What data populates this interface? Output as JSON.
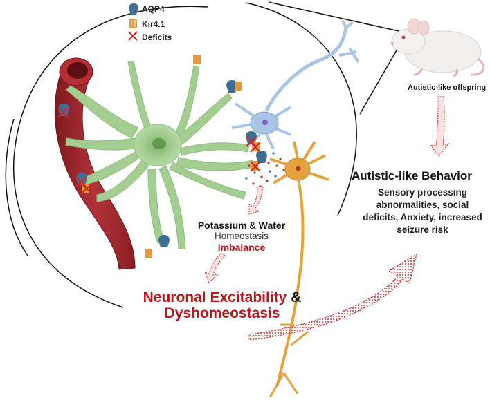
{
  "legend": {
    "items": [
      {
        "label": "AQP4",
        "icon": "aqp4-channel-icon",
        "color": "#3f6f97"
      },
      {
        "label": "Kir4.1",
        "icon": "kir41-channel-icon",
        "color": "#e39a3d"
      },
      {
        "label": "Deficits",
        "icon": "red-x-icon",
        "color": "#d62424"
      }
    ]
  },
  "offspring_label": "Autistic-like offspring",
  "behavior": {
    "title": "Autistic-like Behavior",
    "description": "Sensory processing abnormalities, social deficits, Anxiety, increased seizure risk"
  },
  "homeostasis": {
    "line1_a": "Potassium",
    "line1_amp": "&",
    "line1_b": "Water",
    "line2": "Homeostasis",
    "line3": "Imbalance"
  },
  "excitability": {
    "line1_a": "Neuronal Excitability",
    "line1_amp": "&",
    "line2": "Dyshomeostasis"
  },
  "colors": {
    "vessel": "#a3262c",
    "astrocyte": "#9fca8c",
    "neuron_blue": "#a8c5e6",
    "neuron_orange": "#e5a23e",
    "accent_red": "#c0151b"
  }
}
